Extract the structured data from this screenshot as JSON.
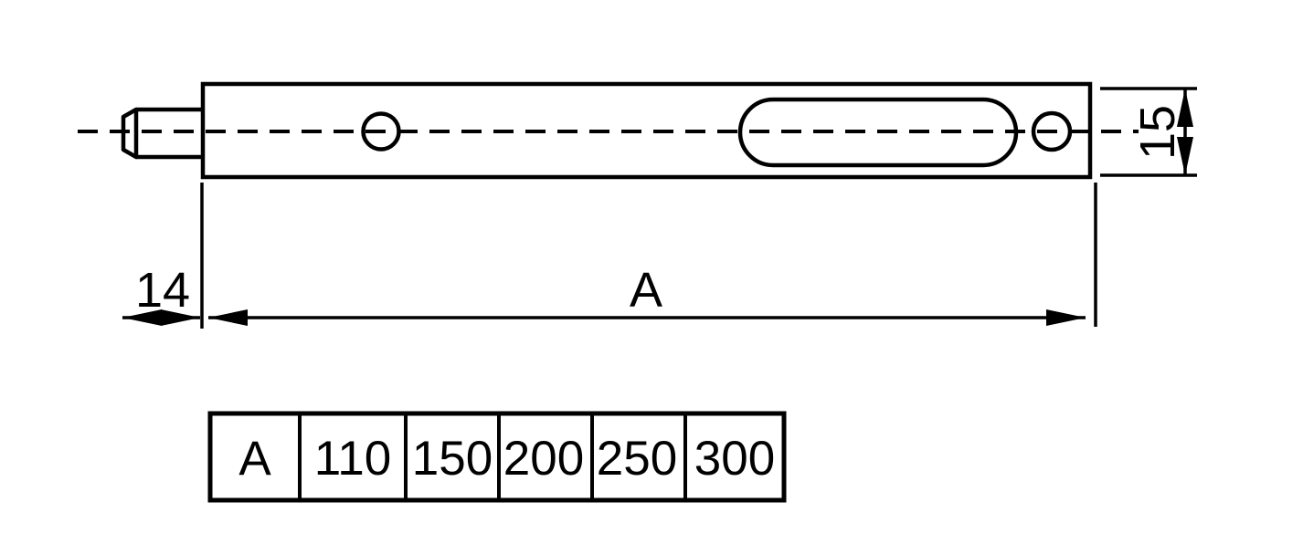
{
  "page": {
    "background_color": "#ffffff",
    "line_color": "#000000"
  },
  "drawing": {
    "dimensions": {
      "pin_protrusion": "14",
      "body_height": "15",
      "body_length_label": "A"
    }
  },
  "size_table": {
    "parameter_label": "A",
    "values": [
      "110",
      "150",
      "200",
      "250",
      "300"
    ]
  }
}
